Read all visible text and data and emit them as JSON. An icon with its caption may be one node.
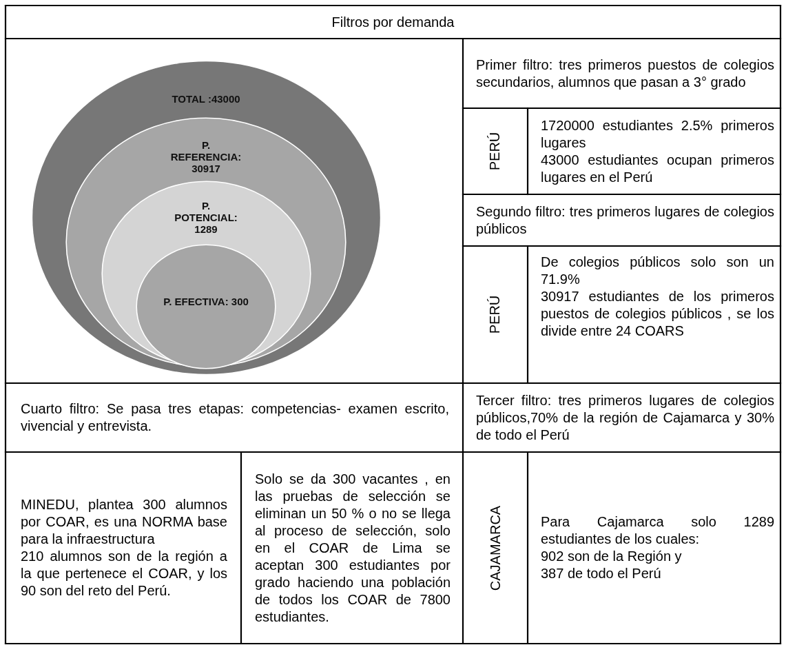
{
  "diagram": {
    "nodes": [
      {
        "text": [
          "TOTAL :43000"
        ]
      },
      {
        "text": [
          "P. REFERENCIA: 30917"
        ],
        "in": 0
      },
      {
        "text": [
          "P. POTENCIAL: 1289"
        ],
        "in": 1
      },
      {
        "text": [
          "P. EFECTIVA: 300"
        ],
        "in": 2
      }
    ],
    "labels": [
      "Filtros por demanda",
      "Primer filtro: tres primeros puestos de colegios secundarios, alumnos que pasan a 3° grado",
      "PERÚ",
      "1720000 estudiantes 2.5% primeros lugares",
      "43000 estudiantes ocupan primeros lugares en el Perú",
      "Segundo filtro: tres primeros lugares de colegios públicos",
      "PERÚ",
      "De colegios públicos solo son un 71.9%",
      "30917 estudiantes de los primeros puestos de colegios públicos , se los divide entre 24 COARS",
      "Cuarto filtro: Se pasa tres etapas: competencias- examen escrito, vivencial y entrevista.",
      "Tercer filtro: tres primeros lugares de colegios públicos,70% de la región de Cajamarca y 30% de todo el Perú",
      "MINEDU, plantea 300 alumnos por COAR, es una NORMA base para la infraestructura",
      "210 alumnos son de la región a la que pertenece el COAR, y los 90 son del reto del Perú.",
      "Solo se da 300 vacantes , en las pruebas de selección se eliminan un 50 % o no se llega al proceso de selección, solo en el COAR de Lima se aceptan 300 estudiantes por grado haciendo una población de todos los COAR de 7800 estudiantes.",
      "CAJAMARCA",
      "Para Cajamarca solo 1289 estudiantes de los cuales:",
      "902 son de la Región y",
      "387 de todo el Perú"
    ]
  }
}
